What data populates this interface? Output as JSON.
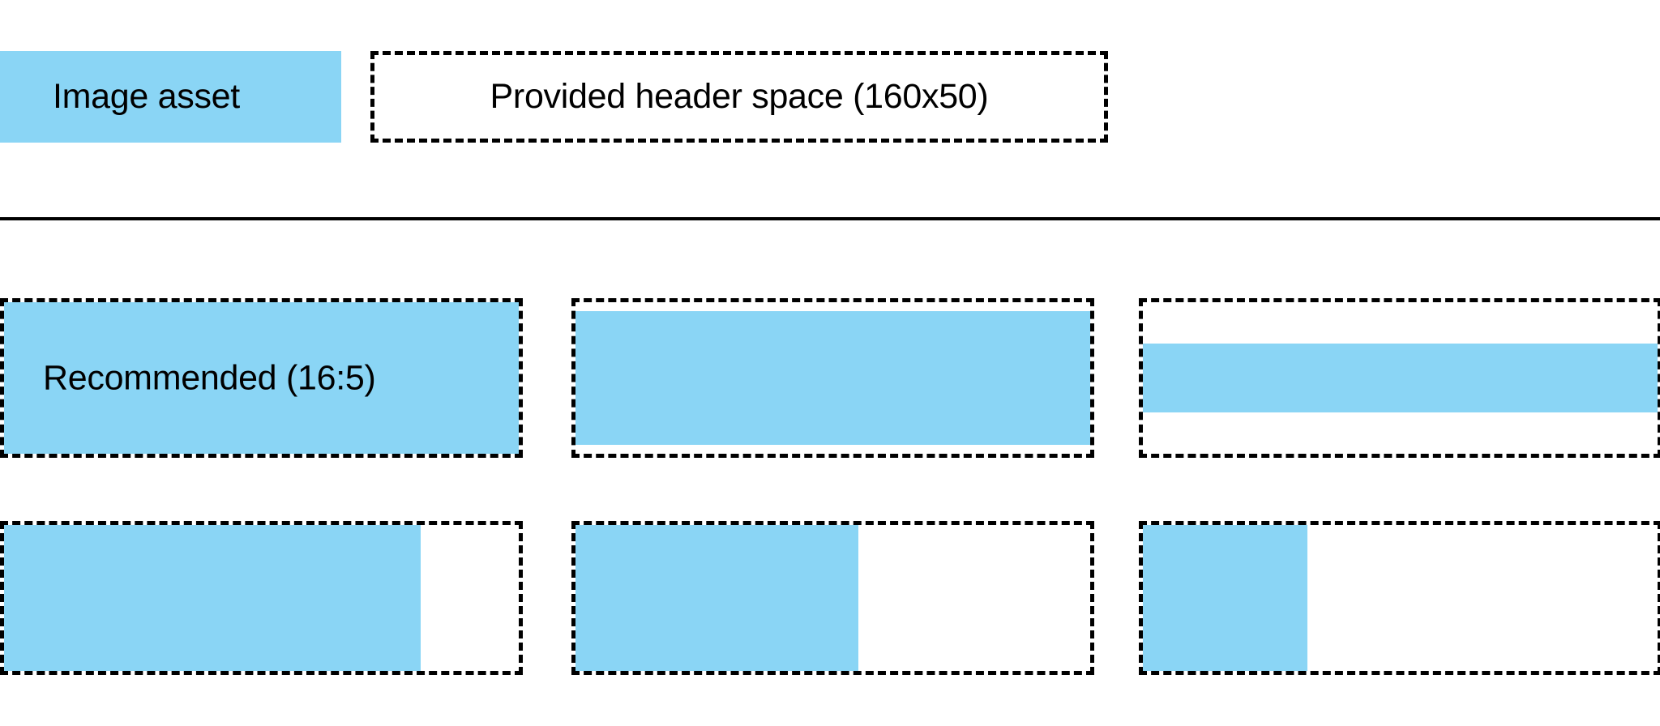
{
  "theme": {
    "accent_color": "#8AD5F5",
    "outline_color": "#000000",
    "background_color": "#FFFFFF"
  },
  "header": {
    "asset_chip_label": "Image asset",
    "provided_space_label": "Provided header space (160x50)",
    "provided_space_width": "160",
    "provided_space_height": "50"
  },
  "divider": {
    "present": true
  },
  "grid": {
    "recommended_label": "Recommended (16:5)",
    "rows": [
      {
        "name": "height-variation-row",
        "cells": [
          {
            "name": "recommended-16-5",
            "label": "Recommended (16:5)",
            "fill_mode": "full",
            "fill_width_pct": 100,
            "fill_height_pct": 100,
            "fill_align": "center"
          },
          {
            "name": "shorter-fill",
            "label": "",
            "fill_mode": "band",
            "fill_width_pct": 100,
            "fill_height_pct": 88,
            "fill_align": "center"
          },
          {
            "name": "shortest-fill",
            "label": "",
            "fill_mode": "band",
            "fill_width_pct": 100,
            "fill_height_pct": 45,
            "fill_align": "center"
          }
        ]
      },
      {
        "name": "width-variation-row",
        "cells": [
          {
            "name": "wide-fill",
            "label": "",
            "fill_mode": "left",
            "fill_width_pct": 81,
            "fill_height_pct": 100,
            "fill_align": "left"
          },
          {
            "name": "medium-fill",
            "label": "",
            "fill_mode": "left",
            "fill_width_pct": 55,
            "fill_height_pct": 100,
            "fill_align": "left"
          },
          {
            "name": "narrow-fill",
            "label": "",
            "fill_mode": "left",
            "fill_width_pct": 32,
            "fill_height_pct": 100,
            "fill_align": "left"
          }
        ]
      }
    ]
  }
}
